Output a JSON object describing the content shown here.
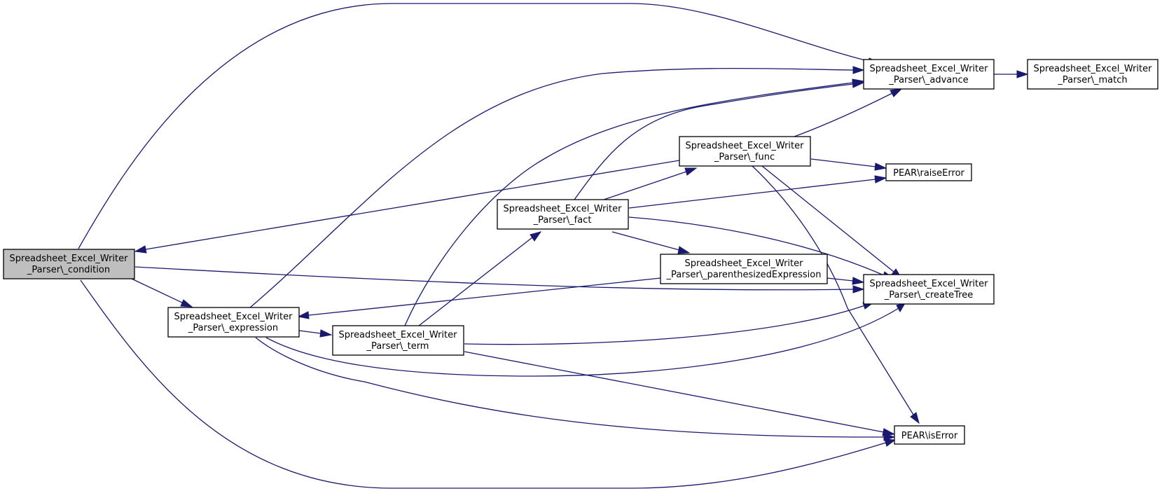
{
  "nodes": {
    "condition": {
      "line1": "Spreadsheet_Excel_Writer",
      "line2": "_Parser\\_condition"
    },
    "expression": {
      "line1": "Spreadsheet_Excel_Writer",
      "line2": "_Parser\\_expression"
    },
    "term": {
      "line1": "Spreadsheet_Excel_Writer",
      "line2": "_Parser\\_term"
    },
    "fact": {
      "line1": "Spreadsheet_Excel_Writer",
      "line2": "_Parser\\_fact"
    },
    "func": {
      "line1": "Spreadsheet_Excel_Writer",
      "line2": "_Parser\\_func"
    },
    "parenthesized": {
      "line1": "Spreadsheet_Excel_Writer",
      "line2": "_Parser\\_parenthesizedExpression"
    },
    "advance": {
      "line1": "Spreadsheet_Excel_Writer",
      "line2": "_Parser\\_advance"
    },
    "match": {
      "line1": "Spreadsheet_Excel_Writer",
      "line2": "_Parser\\_match"
    },
    "createTree": {
      "line1": "Spreadsheet_Excel_Writer",
      "line2": "_Parser\\_createTree"
    },
    "raiseError": {
      "line1": "PEAR\\raiseError"
    },
    "isError": {
      "line1": "PEAR\\isError"
    }
  },
  "edges": [
    {
      "from": "condition",
      "to": "advance"
    },
    {
      "from": "condition",
      "to": "expression"
    },
    {
      "from": "condition",
      "to": "createTree"
    },
    {
      "from": "condition",
      "to": "isError"
    },
    {
      "from": "expression",
      "to": "advance"
    },
    {
      "from": "expression",
      "to": "term"
    },
    {
      "from": "expression",
      "to": "createTree"
    },
    {
      "from": "expression",
      "to": "isError"
    },
    {
      "from": "term",
      "to": "advance"
    },
    {
      "from": "term",
      "to": "fact"
    },
    {
      "from": "term",
      "to": "createTree"
    },
    {
      "from": "term",
      "to": "isError"
    },
    {
      "from": "fact",
      "to": "advance"
    },
    {
      "from": "fact",
      "to": "func"
    },
    {
      "from": "fact",
      "to": "raiseError"
    },
    {
      "from": "fact",
      "to": "parenthesized"
    },
    {
      "from": "fact",
      "to": "createTree"
    },
    {
      "from": "func",
      "to": "advance"
    },
    {
      "from": "func",
      "to": "raiseError"
    },
    {
      "from": "func",
      "to": "createTree"
    },
    {
      "from": "func",
      "to": "isError"
    },
    {
      "from": "func",
      "to": "condition"
    },
    {
      "from": "parenthesized",
      "to": "expression"
    },
    {
      "from": "parenthesized",
      "to": "createTree"
    },
    {
      "from": "advance",
      "to": "match"
    }
  ]
}
